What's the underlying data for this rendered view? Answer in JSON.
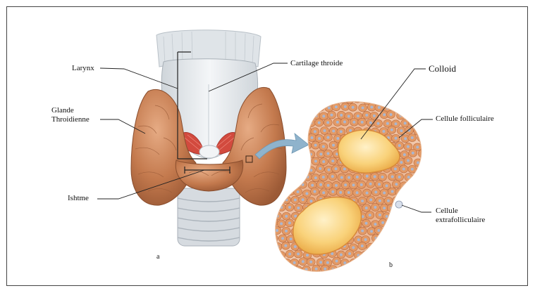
{
  "figure": {
    "labels": {
      "larynx": "Larynx",
      "glande_line1": "Glande",
      "glande_line2": "Throidienne",
      "ishtme": "Ishtme",
      "cartilage": "Cartilage throide",
      "colloid": "Colloid",
      "cellule_folliculaire": "Cellule folliculaire",
      "cellule_extra_line1": "Cellule",
      "cellule_extra_line2": "extrafolliculaire"
    },
    "panels": {
      "a": "a",
      "b": "b"
    },
    "colors": {
      "thyroid": "#c47a4e",
      "thyroid_light": "#e0a680",
      "cartilage": "#e9ecef",
      "muscle": "#d24a3e",
      "colloid": "#f7c96a",
      "cell": "#e39a66",
      "nucleus": "#a9b6cf",
      "arrow": "#8fb3cc"
    }
  }
}
